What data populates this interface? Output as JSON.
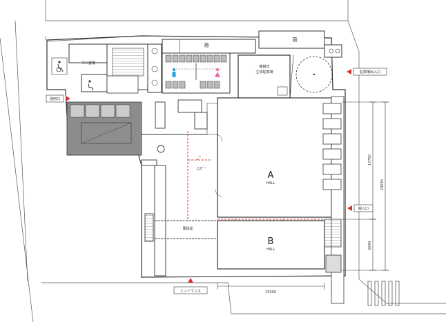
{
  "rooms": {
    "hall_a": {
      "letter": "A",
      "caption": "HALL"
    },
    "hall_b": {
      "letter": "B",
      "caption": "HALL"
    },
    "lobby": "ロビー",
    "windbreak": "風除室",
    "garbage": "ゴミ置場",
    "parking": {
      "line1": "機械式",
      "line2": "立体駐車場"
    },
    "loading_left": "荷",
    "loading_right": "荷"
  },
  "labels": {
    "entrance": "エントランス",
    "service_entry": "通用口",
    "parking_entry": "駐車場出入口",
    "loading_entry": "搬入口"
  },
  "dimensions": {
    "width_total": "15300",
    "height_hall_a": "17750",
    "height_total": "24590",
    "height_hall_b": "6840"
  },
  "colors": {
    "accent_red": "#d32f2f",
    "male_blue": "#29a3d8",
    "female_pink": "#e86fb0",
    "wall": "#333333",
    "core_fill": "#8c8c8c"
  }
}
